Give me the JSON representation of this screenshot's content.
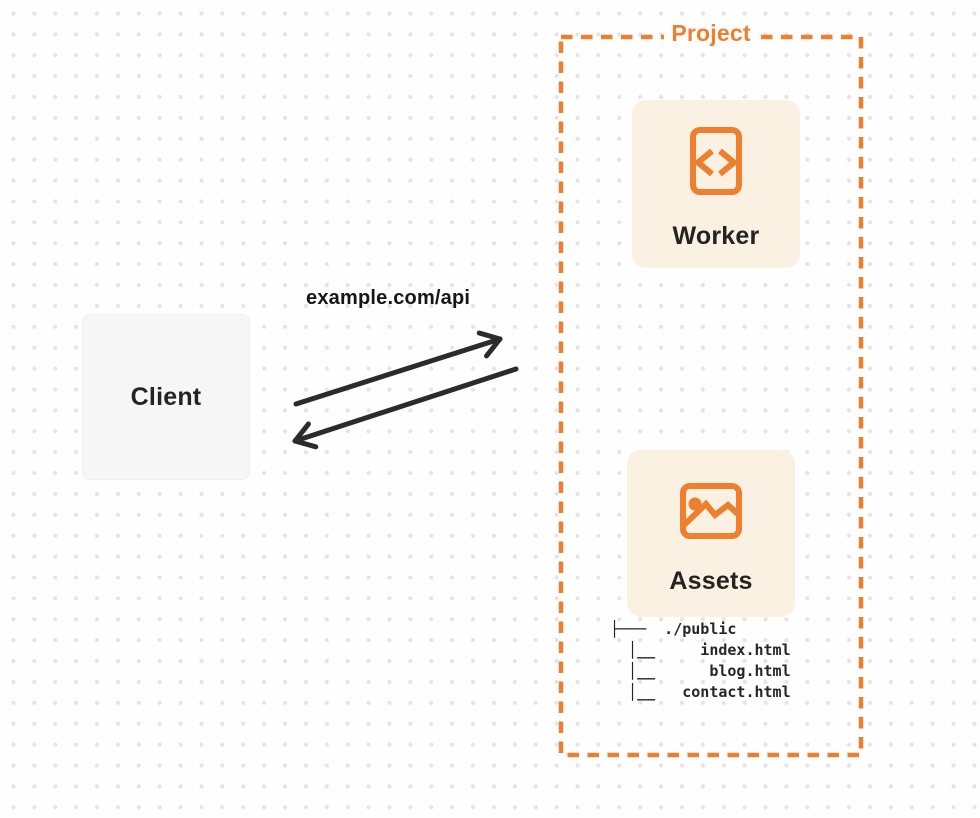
{
  "colors": {
    "c-orange": "#ED7F2F",
    "c-cream": "#FBF1E2",
    "c-gray": "#F6F6F6",
    "c-arrow": "#2B2B2B",
    "c-text": "#232323",
    "c-dot": "#E4E4E4",
    "c-bg": "#FEFEFE"
  },
  "project": {
    "label": "Project",
    "worker": {
      "label": "Worker",
      "icon": "code-file-icon"
    },
    "assets": {
      "label": "Assets",
      "icon": "image-icon"
    }
  },
  "client": {
    "label": "Client"
  },
  "request": {
    "url_label": "example.com/api"
  },
  "file_tree": {
    "lines": [
      "├───  ./public",
      "  │__     index.html",
      "  │__      blog.html",
      "  │__   contact.html"
    ]
  }
}
